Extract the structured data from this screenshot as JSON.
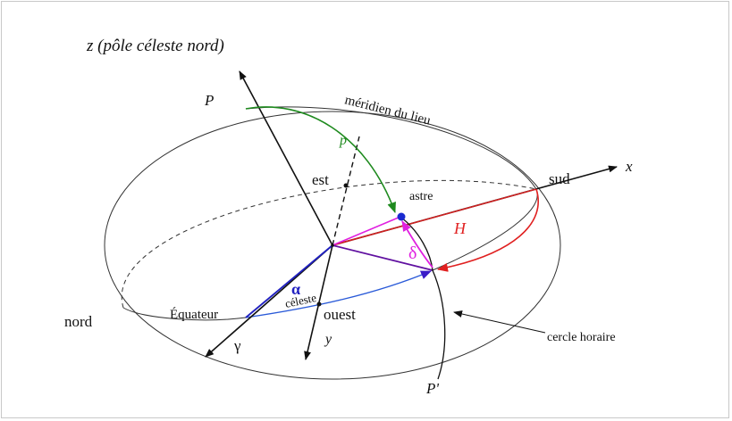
{
  "labels": {
    "z_axis": "z (pôle céleste nord)",
    "P": "P",
    "P_prime": "P'",
    "meridian": "méridien du lieu",
    "p": "p",
    "est": "est",
    "astre": "astre",
    "sud": "sud",
    "x": "x",
    "H": "H",
    "delta": "δ",
    "alpha": "α",
    "equator_1": "Équateur",
    "equator_2": "céleste",
    "ouest": "ouest",
    "y": "y",
    "gamma": "γ",
    "nord": "nord",
    "hour_circle": "cercle horaire"
  },
  "colors": {
    "green": "#1e8a1e",
    "red": "#e02020",
    "magenta": "#e020e0",
    "blue": "#2020c0",
    "purple": "#6010a0",
    "black": "#111111"
  }
}
